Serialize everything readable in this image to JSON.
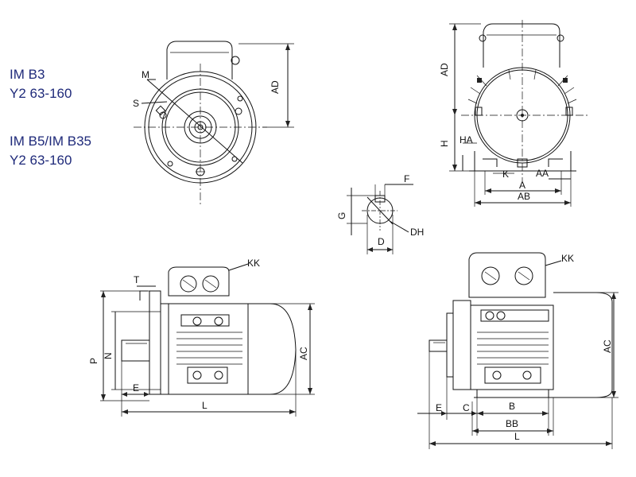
{
  "title_block": {
    "b3_line1": "IM B3",
    "b3_line2": "Y2 63-160",
    "b5_line1": "IM B5/IM B35",
    "b5_line2": "Y2 63-160"
  },
  "dimensions": {
    "ad": "AD",
    "m": "M",
    "s": "S",
    "ad_right": "AD",
    "h": "H",
    "ha": "HA",
    "k": "K",
    "aa": "AA",
    "a": "A",
    "ab": "AB",
    "f": "F",
    "g": "G",
    "dh": "DH",
    "d": "D",
    "kk_left": "KK",
    "t": "T",
    "p": "P",
    "n": "N",
    "e_left": "E",
    "l_left": "L",
    "ac_left": "AC",
    "kk_right": "KK",
    "ac_right": "AC",
    "e_right": "E",
    "c": "C",
    "b": "B",
    "bb": "BB",
    "l_right": "L"
  }
}
